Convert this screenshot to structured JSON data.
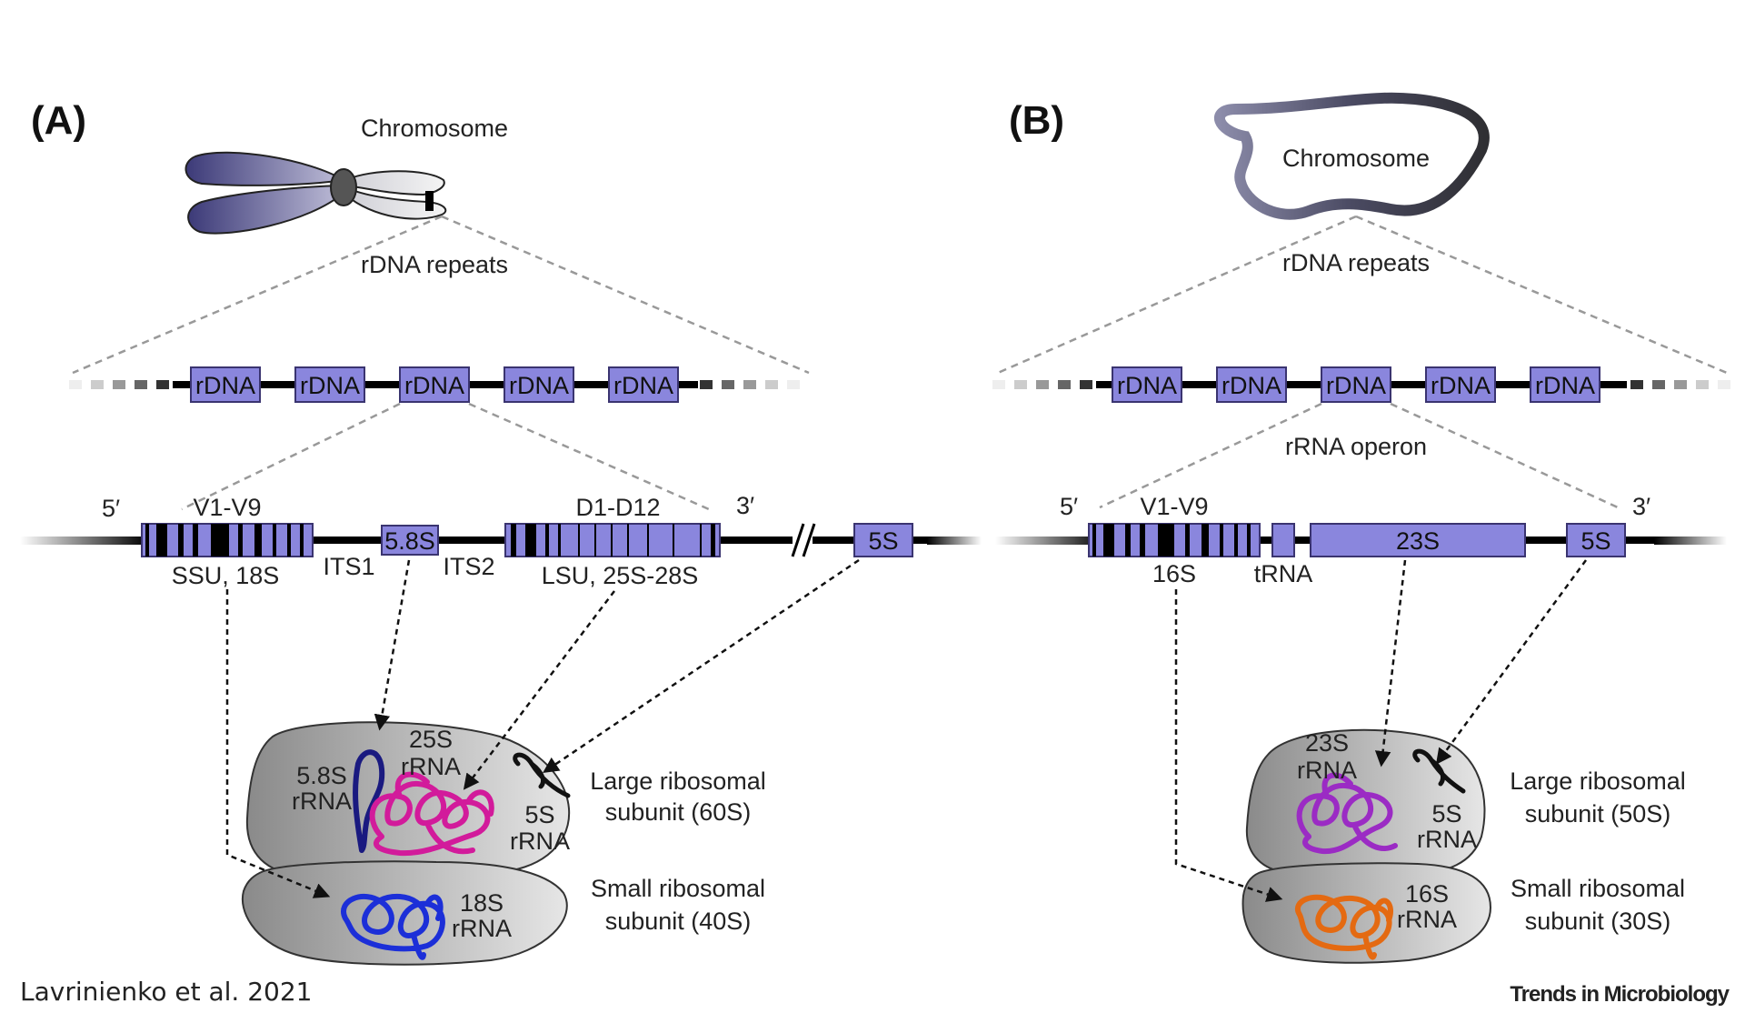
{
  "panels": {
    "A": {
      "label": "(A)",
      "chromosome_label": "Chromosome",
      "repeats_label": "rDNA repeats",
      "rdna_boxes": [
        "rDNA",
        "rDNA",
        "rDNA",
        "rDNA",
        "rDNA"
      ],
      "five_prime": "5′",
      "three_prime": "3′",
      "v_region": "V1-V9",
      "d_region": "D1-D12",
      "box_58s": "5.8S",
      "box_5s": "5S",
      "ssu": "SSU, 18S",
      "its1": "ITS1",
      "its2": "ITS2",
      "lsu": "LSU, 25S-28S",
      "rrna_25s": [
        "25S",
        "rRNA"
      ],
      "rrna_58s": [
        "5.8S",
        "rRNA"
      ],
      "rrna_5s": [
        "5S",
        "rRNA"
      ],
      "rrna_18s": [
        "18S",
        "rRNA"
      ],
      "large_subunit": [
        "Large ribosomal",
        "subunit (60S)"
      ],
      "small_subunit": [
        "Small ribosomal",
        "subunit (40S)"
      ]
    },
    "B": {
      "label": "(B)",
      "chromosome_label": "Chromosome",
      "repeats_label": "rDNA repeats",
      "rdna_boxes": [
        "rDNA",
        "rDNA",
        "rDNA",
        "rDNA",
        "rDNA"
      ],
      "operon_label": "rRNA operon",
      "five_prime": "5′",
      "three_prime": "3′",
      "v_region": "V1-V9",
      "box_23s": "23S",
      "box_5s": "5S",
      "s16": "16S",
      "trna": "tRNA",
      "rrna_23s": [
        "23S",
        "rRNA"
      ],
      "rrna_5s": [
        "5S",
        "rRNA"
      ],
      "rrna_16s": [
        "16S",
        "rRNA"
      ],
      "large_subunit": [
        "Large ribosomal",
        "subunit (50S)"
      ],
      "small_subunit": [
        "Small ribosomal",
        "subunit (30S)"
      ]
    }
  },
  "colors": {
    "box_fill": "#8a86dd",
    "box_stroke": "#3a3470",
    "rna_58s": "#1a1a80",
    "rna_25s": "#d21b9b",
    "rna_18s": "#1c2fd8",
    "rna_23s": "#9b2bc4",
    "rna_16s": "#e46a12",
    "rna_5s": "#111111"
  },
  "credit": "Lavrinienko et al. 2021",
  "journal": "Trends in Microbiology"
}
